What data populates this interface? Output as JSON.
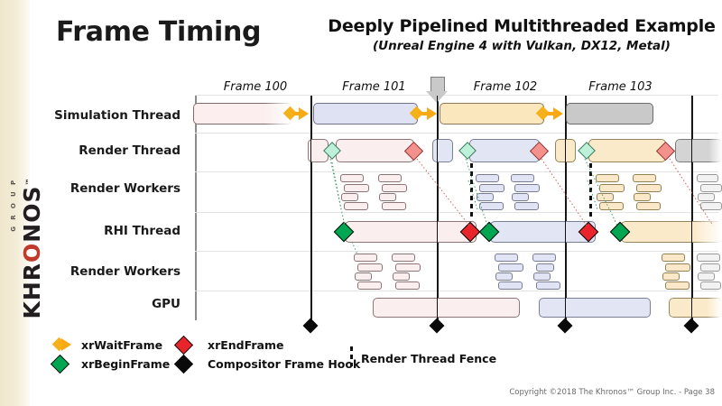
{
  "slide": {
    "title": "Frame Timing",
    "subtitle": "Deeply Pipelined Multithreaded Example",
    "subtitle2": "(Unreal Engine 4 with Vulkan, DX12, Metal)",
    "copyright": "Copyright ©2018 The Khronos™ Group Inc. - Page 38",
    "brand": {
      "name": "KHRONOS",
      "tm": "™",
      "group": "G R O U P"
    }
  },
  "chart_data": {
    "type": "timeline",
    "title": "Deeply Pipelined Multithreaded Example",
    "frames": [
      {
        "label": "Frame 100",
        "color": "pink"
      },
      {
        "label": "Frame 101",
        "color": "blue"
      },
      {
        "label": "Frame 102",
        "color": "tan"
      },
      {
        "label": "Frame 103",
        "color": "gray"
      }
    ],
    "rows": [
      {
        "label": "Simulation Thread"
      },
      {
        "label": "Render Thread"
      },
      {
        "label": "Render Workers"
      },
      {
        "label": "RHI Thread"
      },
      {
        "label": "Render Workers"
      },
      {
        "label": "GPU"
      }
    ],
    "colors": {
      "pink": "#fceeee",
      "blue": "#dfe2f2",
      "tan": "#fbe7bd",
      "gray": "#c9c9c9",
      "xrWaitFrame": "#f8a913",
      "xrBeginFrame": "#00a651",
      "xrEndFrame": "#e8252a",
      "compositorFrameHook": "#0a0a0a"
    },
    "markers": {
      "xrWaitFrame": 3,
      "xrBeginFrame": 3,
      "xrEndFrame": 3,
      "compositorFrameHook": 4,
      "renderThreadFence": 2
    }
  },
  "legend": {
    "items": [
      {
        "name": "xrWaitFrame",
        "glyph": "wait-arrow",
        "color": "#f8a913"
      },
      {
        "name": "xrEndFrame",
        "glyph": "diamond",
        "color": "#e8252a"
      },
      {
        "name": "xrBeginFrame",
        "glyph": "diamond",
        "color": "#00a651"
      },
      {
        "name": "Compositor Frame Hook",
        "glyph": "diamond",
        "color": "#0a0a0a"
      },
      {
        "name": "Render Thread Fence",
        "glyph": "dashed-bar",
        "color": "#111111"
      }
    ]
  }
}
